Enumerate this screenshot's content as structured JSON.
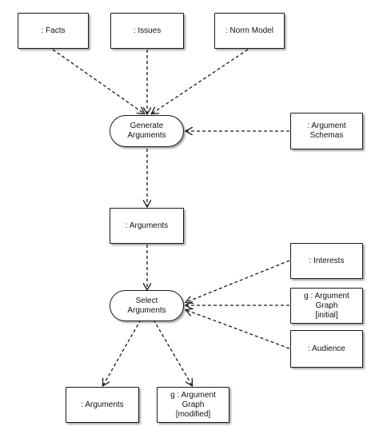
{
  "nodes": {
    "facts": ": Facts",
    "issues": ": Issues",
    "norm_model": ": Norm Model",
    "generate_arguments": "Generate\nArguments",
    "argument_schemas": ": Argument\nSchemas",
    "arguments_mid": ": Arguments",
    "interests": ": Interests",
    "select_arguments": "Select\nArguments",
    "argument_graph_initial": "g : Argument\nGraph\n[initial]",
    "audience": ": Audience",
    "arguments_out": ": Arguments",
    "argument_graph_modified": "g : Argument\nGraph\n[modified]"
  }
}
